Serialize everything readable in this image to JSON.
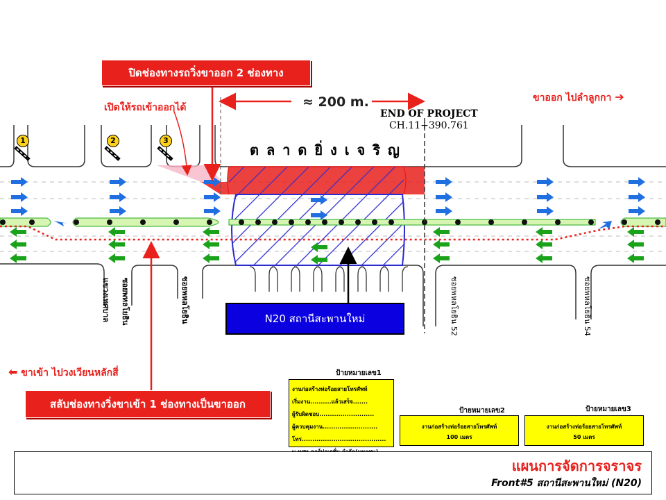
{
  "callouts": {
    "close_lanes": "ปิดช่องทางรถวิ่งขาออก 2 ช่องทาง",
    "open_access": "เปิดให้รถเข้าออกได้",
    "distance": "≈ 200 m.",
    "switch_lane": "สลับช่องทางวิ่งขาเข้า 1 ช่องทางเป็นขาออก"
  },
  "project_end": {
    "line1": "END OF PROJECT",
    "line2": "CH.11+390.761"
  },
  "market_label": "ต ล า ด ยิ่ ง เ จ ริ ญ",
  "directions": {
    "outbound": "ขาออก ไปลำลูกกา",
    "inbound": "ขาเข้า ไปวงเวียนหลักสี่"
  },
  "station_label": "N20 สถานีสะพานใหม่",
  "sign_markers": [
    "1",
    "2",
    "3"
  ],
  "roads": {
    "left1": "แขวงเทศบาล",
    "left2": "ซอยพหลโยธิน",
    "left3": "ซอยพหลโยธิน",
    "right1": "ซอยพหลโยธิน 52",
    "right2": "ซอยพหลโยธิน 54"
  },
  "signs": {
    "sign1_title": "ป้ายหมายเลข1",
    "sign1_lines": [
      "งานก่อสร้างท่อร้อยสายโทรศัพท์",
      "เริ่มงาน..........แล้วเสร็จ.......",
      "ผู้รับผิดชอบ..........................",
      "ผู้ควบคุมงาน..........................",
      "โทร........................................",
      "บ.ทศท.คอร์ปอเรชั่น จำกัด(มหาชน)"
    ],
    "sign2_title": "ป้ายหมายเลข2",
    "sign2_text": "งานก่อสร้างท่อร้อยสายโทรศัพท์",
    "sign2_dist": "100 เมตร",
    "sign3_title": "ป้ายหมายเลข3",
    "sign3_text": "งานก่อสร้างท่อร้อยสายโทรศัพท์",
    "sign3_dist": "50 เมตร"
  },
  "footer": {
    "title": "แผนการจัดการจราจร",
    "subtitle": "Front#5 สถานีสะพานใหม่ (N20)"
  },
  "colors": {
    "red": "#e8211d",
    "blue_arrow": "#1f6fe0",
    "green_arrow": "#1aa31a",
    "hatch_blue": "#2a2ad0",
    "sign_yellow": "#ffff00"
  }
}
